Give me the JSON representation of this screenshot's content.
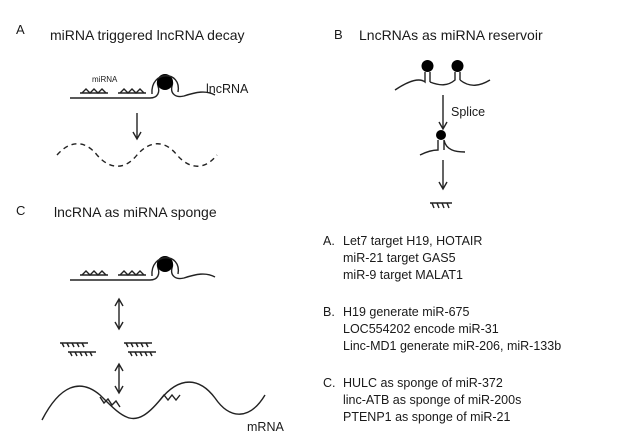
{
  "panel_a": {
    "letter": "A",
    "title": "miRNA triggered lncRNA decay",
    "mirna_label": "miRNA",
    "lncrna_label": "lncRNA"
  },
  "panel_b": {
    "letter": "B",
    "title": "LncRNAs as miRNA reservoir",
    "splice_label": "Splice"
  },
  "panel_c": {
    "letter": "C",
    "title": "lncRNA as miRNA sponge",
    "mrna_label": "mRNA"
  },
  "examples": [
    {
      "letter": "A.",
      "lines": [
        "Let7 target H19, HOTAIR",
        "miR-21 target GAS5",
        "miR-9 target MALAT1"
      ]
    },
    {
      "letter": "B.",
      "lines": [
        "H19 generate miR-675",
        "LOC554202 encode miR-31",
        "Linc-MD1 generate miR-206, miR-133b"
      ]
    },
    {
      "letter": "C.",
      "lines": [
        "HULC as sponge of miR-372",
        "linc-ATB as sponge of miR-200s",
        "PTENP1 as sponge of miR-21"
      ]
    }
  ]
}
